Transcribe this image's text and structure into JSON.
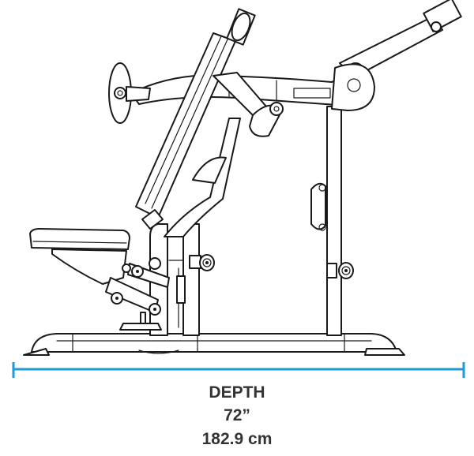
{
  "dimension": {
    "label": "DEPTH",
    "imperial": "72”",
    "metric": "182.9 cm",
    "line_color": "#1e9bd7",
    "text_color": "#333333"
  }
}
